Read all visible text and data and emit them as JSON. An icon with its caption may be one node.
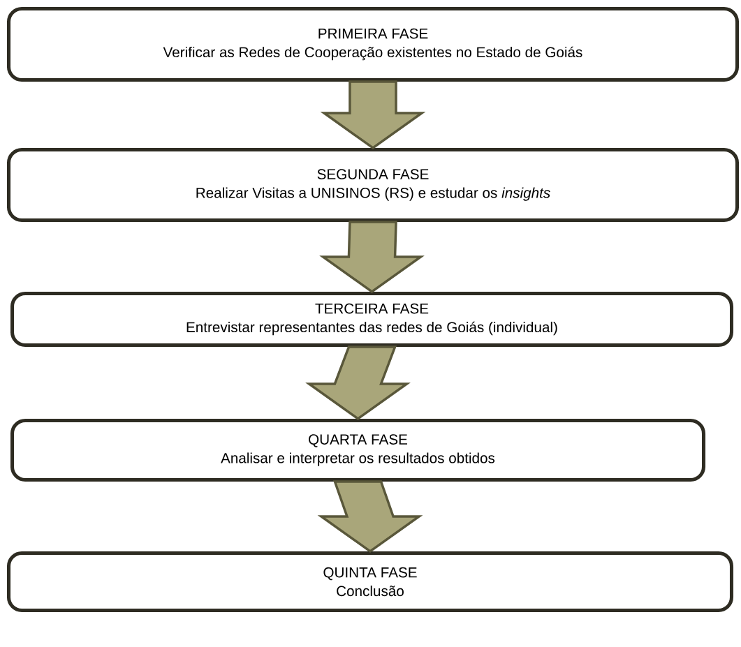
{
  "diagram": {
    "nodes": [
      {
        "text": [
          "PRIMEIRA FASE",
          "Verificar as Redes de Cooperação existentes no Estado de Goiás"
        ]
      },
      {
        "text": [
          "SEGUNDA FASE",
          "Realizar Visitas a UNISINOS (RS) e estudar os *insights*"
        ]
      },
      {
        "text": [
          "TERCEIRA FASE",
          "Entrevistar representantes das redes de Goiás (individual)"
        ]
      },
      {
        "text": [
          "QUARTA FASE",
          "Analisar e interpretar os resultados obtidos"
        ]
      },
      {
        "text": [
          "QUINTA FASE",
          "Conclusão"
        ]
      }
    ],
    "edges": [
      {
        "from": 0,
        "to": 1,
        "arrow": "to"
      },
      {
        "from": 1,
        "to": 2,
        "arrow": "to"
      },
      {
        "from": 2,
        "to": 3,
        "arrow": "to"
      },
      {
        "from": 3,
        "to": 4,
        "arrow": "to"
      }
    ]
  }
}
